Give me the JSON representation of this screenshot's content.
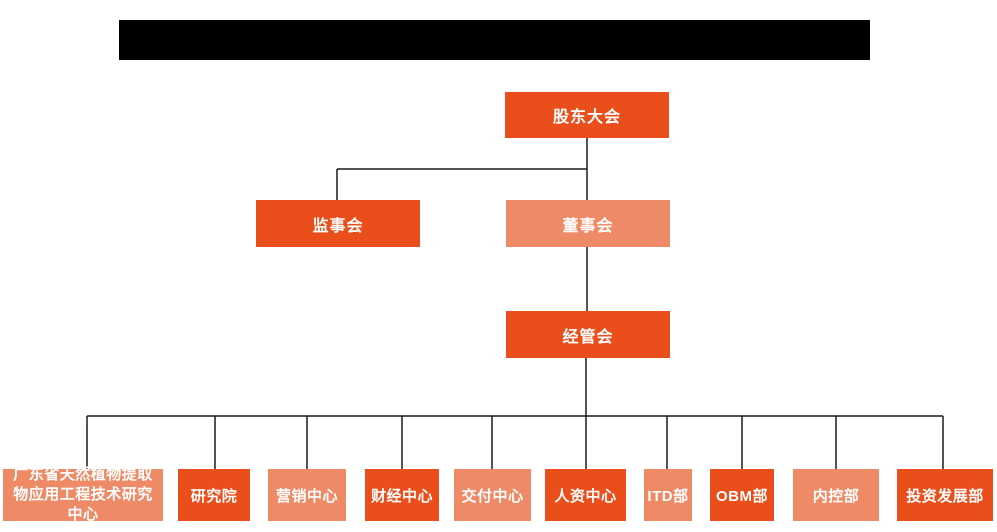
{
  "title_bar": {
    "type": "redacted-black-bar",
    "color": "#000000"
  },
  "org_chart": {
    "colors": {
      "primary": "#E94E1B",
      "secondary": "#EF8A67",
      "line": "#1a1a1a",
      "text": "#ffffff",
      "background": "#ffffff"
    },
    "level1": {
      "label": "股东大会",
      "variant": "primary"
    },
    "level2": [
      {
        "label": "监事会",
        "variant": "primary"
      },
      {
        "label": "董事会",
        "variant": "secondary"
      }
    ],
    "level3": {
      "label": "经管会",
      "variant": "primary"
    },
    "level4": [
      {
        "label": "广东省天然植物提取物应用工程技术研究中心",
        "variant": "secondary"
      },
      {
        "label": "研究院",
        "variant": "primary"
      },
      {
        "label": "营销中心",
        "variant": "secondary"
      },
      {
        "label": "财经中心",
        "variant": "primary"
      },
      {
        "label": "交付中心",
        "variant": "secondary"
      },
      {
        "label": "人资中心",
        "variant": "primary"
      },
      {
        "label": "ITD部",
        "variant": "secondary"
      },
      {
        "label": "OBM部",
        "variant": "primary"
      },
      {
        "label": "内控部",
        "variant": "secondary"
      },
      {
        "label": "投资发展部",
        "variant": "primary"
      }
    ],
    "hierarchy_note": "股东大会 > (监事会, 董事会); 董事会 > 经管会; 经管会 > 10 departments"
  }
}
